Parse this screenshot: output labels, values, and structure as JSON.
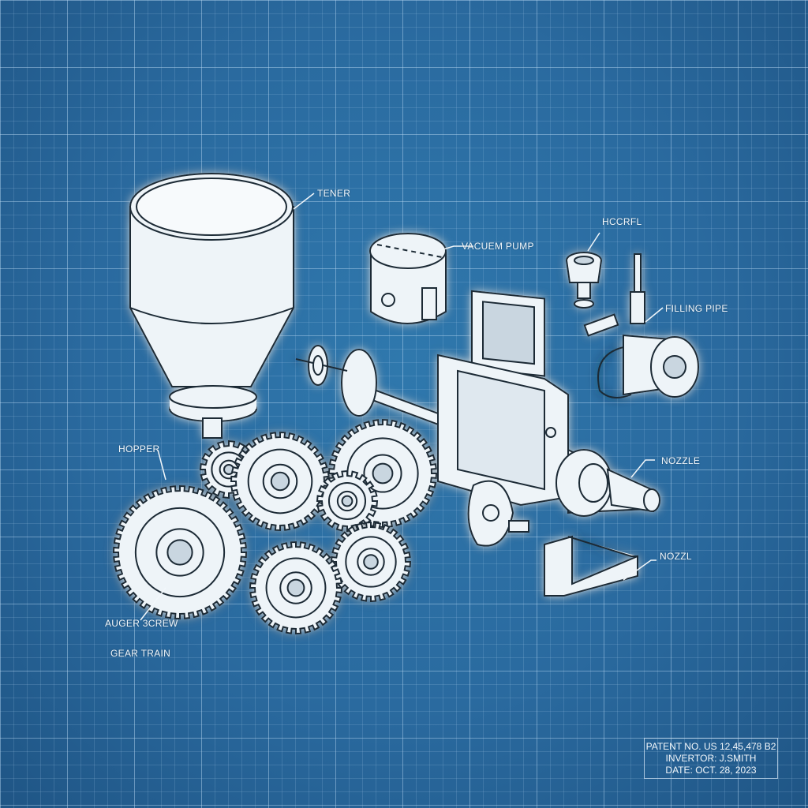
{
  "labels": {
    "tener": "TENER",
    "vacuum_pump": "VACUEM PUMP",
    "hccfl": "HCCRFL",
    "filling_pipe": "FILLING PIPE",
    "hopper": "HOPPER",
    "nozzle_1": "NOZZLE",
    "nozzle_2": "NOZZL",
    "auger_screw": "AUGER  3CREW",
    "gear_train": "GEAR TRAIN"
  },
  "title_block": {
    "patent_no": "PATENT NO. US 12,45,478 B2",
    "inventor": "INVERTOR: J.SMITH",
    "date": "DATE: OCT. 28, 2023"
  },
  "colors": {
    "background": "#2a6a9f",
    "grid": "#bedcf5",
    "part_fill": "#eef4f8",
    "outline": "#1b2a36"
  }
}
